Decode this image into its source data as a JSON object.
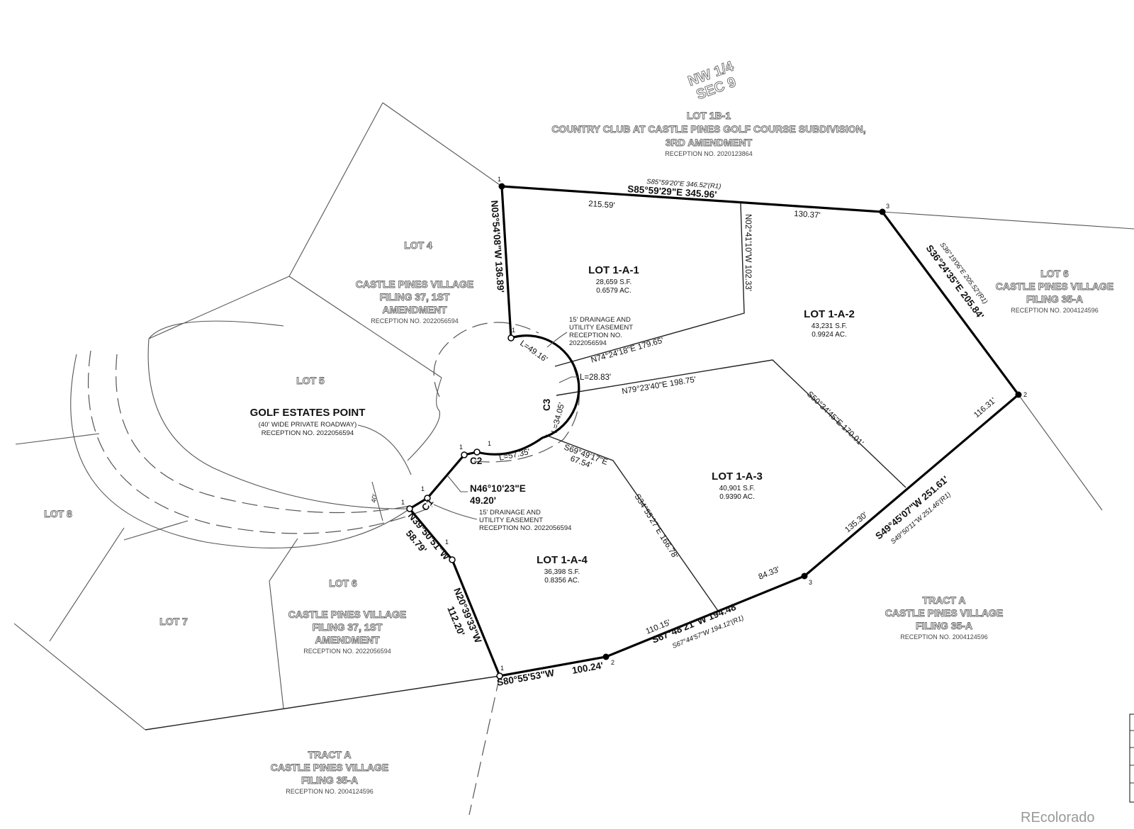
{
  "section": {
    "line1": "NW 1/4",
    "line2": "SEC 9"
  },
  "north_parcel": {
    "name": "LOT 1B-1",
    "subdivision": "COUNTRY CLUB AT CASTLE PINES GOLF COURSE SUBDIVISION,",
    "amendment": "3RD AMENDMENT",
    "reception": "RECEPTION NO. 2020123864"
  },
  "lots": [
    {
      "name": "LOT 1-A-1",
      "sf": "28,659 S.F.",
      "ac": "0.6579 AC."
    },
    {
      "name": "LOT 1-A-2",
      "sf": "43,231 S.F.",
      "ac": "0.9924 AC."
    },
    {
      "name": "LOT 1-A-3",
      "sf": "40,901 S.F.",
      "ac": "0.9390 AC."
    },
    {
      "name": "LOT 1-A-4",
      "sf": "36,398 S.F.",
      "ac": "0.8356 AC."
    }
  ],
  "neighbors": {
    "lot4": "LOT 4",
    "lot5": "LOT 5",
    "lot6_west": "LOT 6",
    "lot7": "LOT 7",
    "lot8": "LOT 8",
    "filing37_north": {
      "l1": "CASTLE PINES VILLAGE",
      "l2": "FILING 37, 1ST",
      "l3": "AMENDMENT",
      "rec": "RECEPTION NO. 2022056594"
    },
    "filing37_south": {
      "l1": "CASTLE PINES VILLAGE",
      "l2": "FILING 37, 1ST",
      "l3": "AMENDMENT",
      "rec": "RECEPTION NO. 2022056594"
    },
    "lot6_east": {
      "name": "LOT 6",
      "l1": "CASTLE PINES VILLAGE",
      "l2": "FILING 35-A",
      "rec": "RECEPTION NO. 2004124596"
    },
    "tract_a_east": {
      "name": "TRACT A",
      "l1": "CASTLE PINES VILLAGE",
      "l2": "FILING 35-A",
      "rec": "RECEPTION NO. 2004124596"
    },
    "tract_a_south": {
      "name": "TRACT A",
      "l1": "CASTLE PINES VILLAGE",
      "l2": "FILING 35-A",
      "rec": "RECEPTION NO. 2004124596"
    }
  },
  "road": {
    "name": "GOLF ESTATES POINT",
    "width_note": "(40' WIDE PRIVATE ROADWAY)",
    "rec": "RECEPTION NO. 2022056594",
    "width_dim": "40'"
  },
  "easements": {
    "north": {
      "l1": "15' DRAINAGE AND",
      "l2": "UTILITY EASEMENT",
      "l3": "RECEPTION NO.",
      "l4": "2022056594"
    },
    "south": {
      "l1": "15' DRAINAGE AND",
      "l2": "UTILITY EASEMENT",
      "l3": "RECEPTION NO. 2022056594"
    }
  },
  "bearings": {
    "north_line": "S85°59'29\"E   345.96'",
    "north_record": "S85°59'20\"E   346.52'(R1)",
    "north_seg1": "215.59'",
    "north_seg2": "130.37'",
    "west_line": "N03°54'08\"W   136.89'",
    "div_1a1_east": "N02°41'10\"W   102.33'",
    "div_1a1_south": "N74°24'18\"E   179.65'",
    "div_1a3_north": "N79°23'40\"E   198.75'",
    "div_1a3_east": "S50°34'45\"E   170.01'",
    "div_1a4_north": "S69°49'17\"E",
    "div_1a4_north_dist": "67.54'",
    "div_1a4_east": "S34°55'27\"E   166.78'",
    "east_line": "S36°24'35\"E   205.84'",
    "east_record": "S36°19'06\"E   205.52'(R1)",
    "se_line": "S49°45'07\"W   251.61'",
    "se_record": "S49°50'11\"W   251.46'(R1)",
    "se_seg1": "116.31'",
    "se_seg2": "135.30'",
    "south_line": "S67°48'21\"W   194.48'",
    "south_record": "S67°44'57\"W   194.12'(R1)",
    "south_seg1": "84.33'",
    "south_seg2": "110.15'",
    "sw_line": "S80°55'53\"W",
    "sw_dist": "100.24'",
    "west2_line": "N20°39'33\"W",
    "west2_dist": "112.20'",
    "west3_line": "N39°50'51\"W",
    "west3_dist": "58.79'",
    "c1_chord": "N46°10'23\"E",
    "c1_dist": "49.20'"
  },
  "curves": {
    "c1": "C1",
    "c2": "C2",
    "c3": "C3",
    "l1": "L=49.16'",
    "l2": "L=28.83'",
    "l3": "L=34.05'",
    "l4": "L=57.35'"
  },
  "points": {
    "p1": "1",
    "p2": "2",
    "p3": "3"
  },
  "watermark": "REcolorado"
}
